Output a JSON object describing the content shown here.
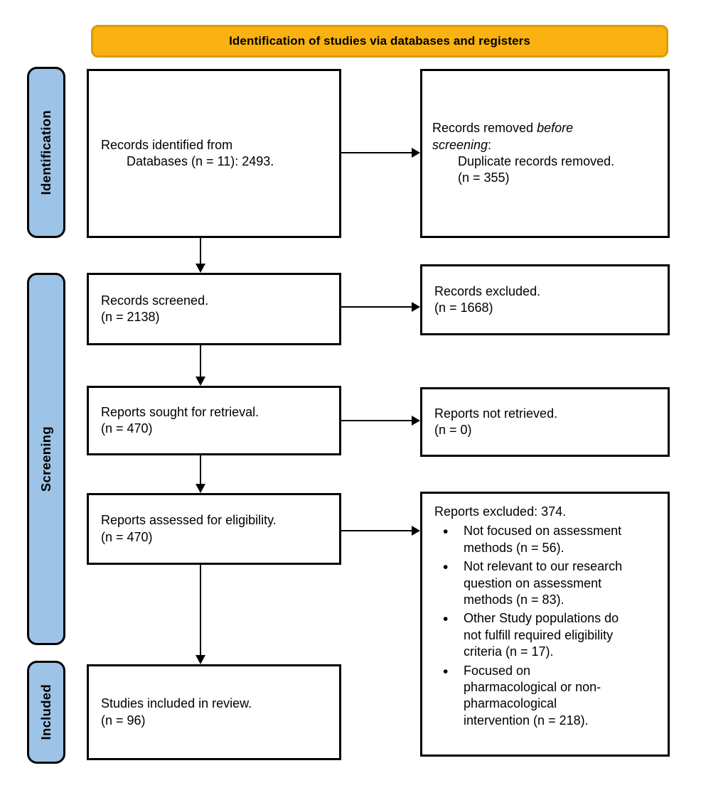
{
  "title": "Identification of studies via databases and registers",
  "sidebar": {
    "identification": "Identification",
    "screening": "Screening",
    "included": "Included"
  },
  "boxes": {
    "records_identified": {
      "line1": "Records identified from",
      "line2": "Databases (n = 11): 2493."
    },
    "records_removed": {
      "text_pre": "Records removed ",
      "text_italic": "before\nscreening",
      "text_post": ":",
      "detail": "Duplicate records removed.",
      "count": "(n = 355)"
    },
    "records_screened": {
      "line1": "Records screened.",
      "line2": "(n = 2138)"
    },
    "records_excluded": {
      "line1": "Records excluded.",
      "line2": "(n = 1668)"
    },
    "reports_sought": {
      "line1": "Reports sought for retrieval.",
      "line2": "(n = 470)"
    },
    "reports_not_retrieved": {
      "line1": "Reports not retrieved.",
      "line2": "(n = 0)"
    },
    "reports_assessed": {
      "line1": "Reports assessed for eligibility.",
      "line2": "(n = 470)"
    },
    "reports_excluded": {
      "heading": "Reports excluded: 374.",
      "bullets": [
        "Not focused on assessment\nmethods (n = 56).",
        "Not relevant to our research\nquestion on assessment\nmethods (n = 83).",
        "Other Study populations do\nnot fulfill required eligibility\ncriteria (n = 17).",
        "Focused on\npharmacological or non-\npharmacological\nintervention (n = 218)."
      ]
    },
    "studies_included": {
      "line1": "Studies included in review.",
      "line2": "(n = 96)"
    }
  },
  "colors": {
    "banner_fill": "#F9B211",
    "banner_border": "#DC9A06",
    "stage_fill": "#9DC3E6",
    "line_color": "#000000"
  }
}
